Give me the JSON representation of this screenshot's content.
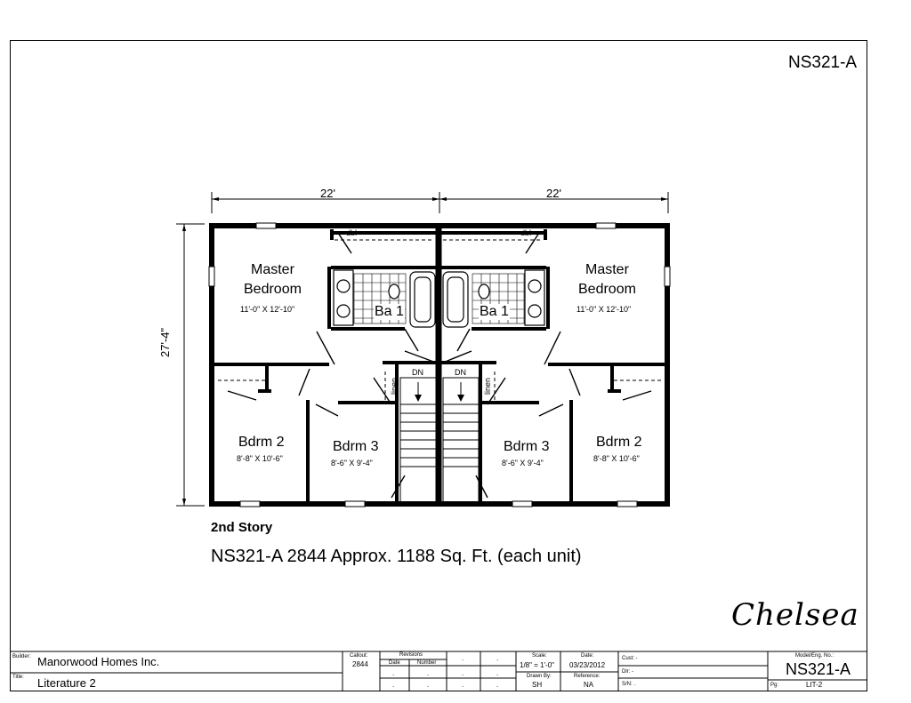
{
  "sheet_id": "NS321-A",
  "plan": {
    "dims": {
      "width_left": "22'",
      "width_right": "22'",
      "depth": "27'-4\""
    },
    "rooms_left": {
      "master": {
        "name_line1": "Master",
        "name_line2": "Bedroom",
        "size": "11'-0\" X 12'-10\""
      },
      "bath": {
        "name": "Ba 1"
      },
      "bdrm2": {
        "name": "Bdrm 2",
        "size": "8'-8\" X 10'-6\""
      },
      "bdrm3": {
        "name": "Bdrm 3",
        "size": "8'-6\" X 9'-4\""
      }
    },
    "rooms_right": {
      "master": {
        "name_line1": "Master",
        "name_line2": "Bedroom",
        "size": "11'-0\" X 12'-10\""
      },
      "bath": {
        "name": "Ba 1"
      },
      "bdrm2": {
        "name": "Bdrm 2",
        "size": "8'-8\" X 10'-6\""
      },
      "bdrm3": {
        "name": "Bdrm 3",
        "size": "8'-6\" X 9'-4\""
      }
    },
    "labels": {
      "dbl": "dbl",
      "linen": "linen",
      "dn": "DN"
    }
  },
  "caption": {
    "story": "2nd Story",
    "desc": "NS321-A 2844 Approx. 1188 Sq. Ft. (each unit)"
  },
  "signature": "Chelsea",
  "title_block": {
    "builder_label": "Builder:",
    "builder": "Manorwood Homes Inc.",
    "title_label": "Title:",
    "title": "Literature 2",
    "callout_label": "Callout:",
    "callout": "2844",
    "revisions_label": "Revisions",
    "rev_date_label": "Date",
    "rev_number_label": "Number",
    "dot": ".",
    "scale_label": "Scale:",
    "scale": "1/8\" = 1'-0\"",
    "date_label": "Date:",
    "date": "03/23/2012",
    "drawn_label": "Drawn By:",
    "drawn": "SH",
    "ref_label": "Reference:",
    "ref": "NA",
    "cust_label": "Cust: -",
    "dlr_label": "Dlr:  -",
    "sn_label": "S/N:  .",
    "model_label": "Model/Eng. No.:",
    "model": "NS321-A",
    "pg_label": "Pg:",
    "pg": "LIT-2"
  }
}
